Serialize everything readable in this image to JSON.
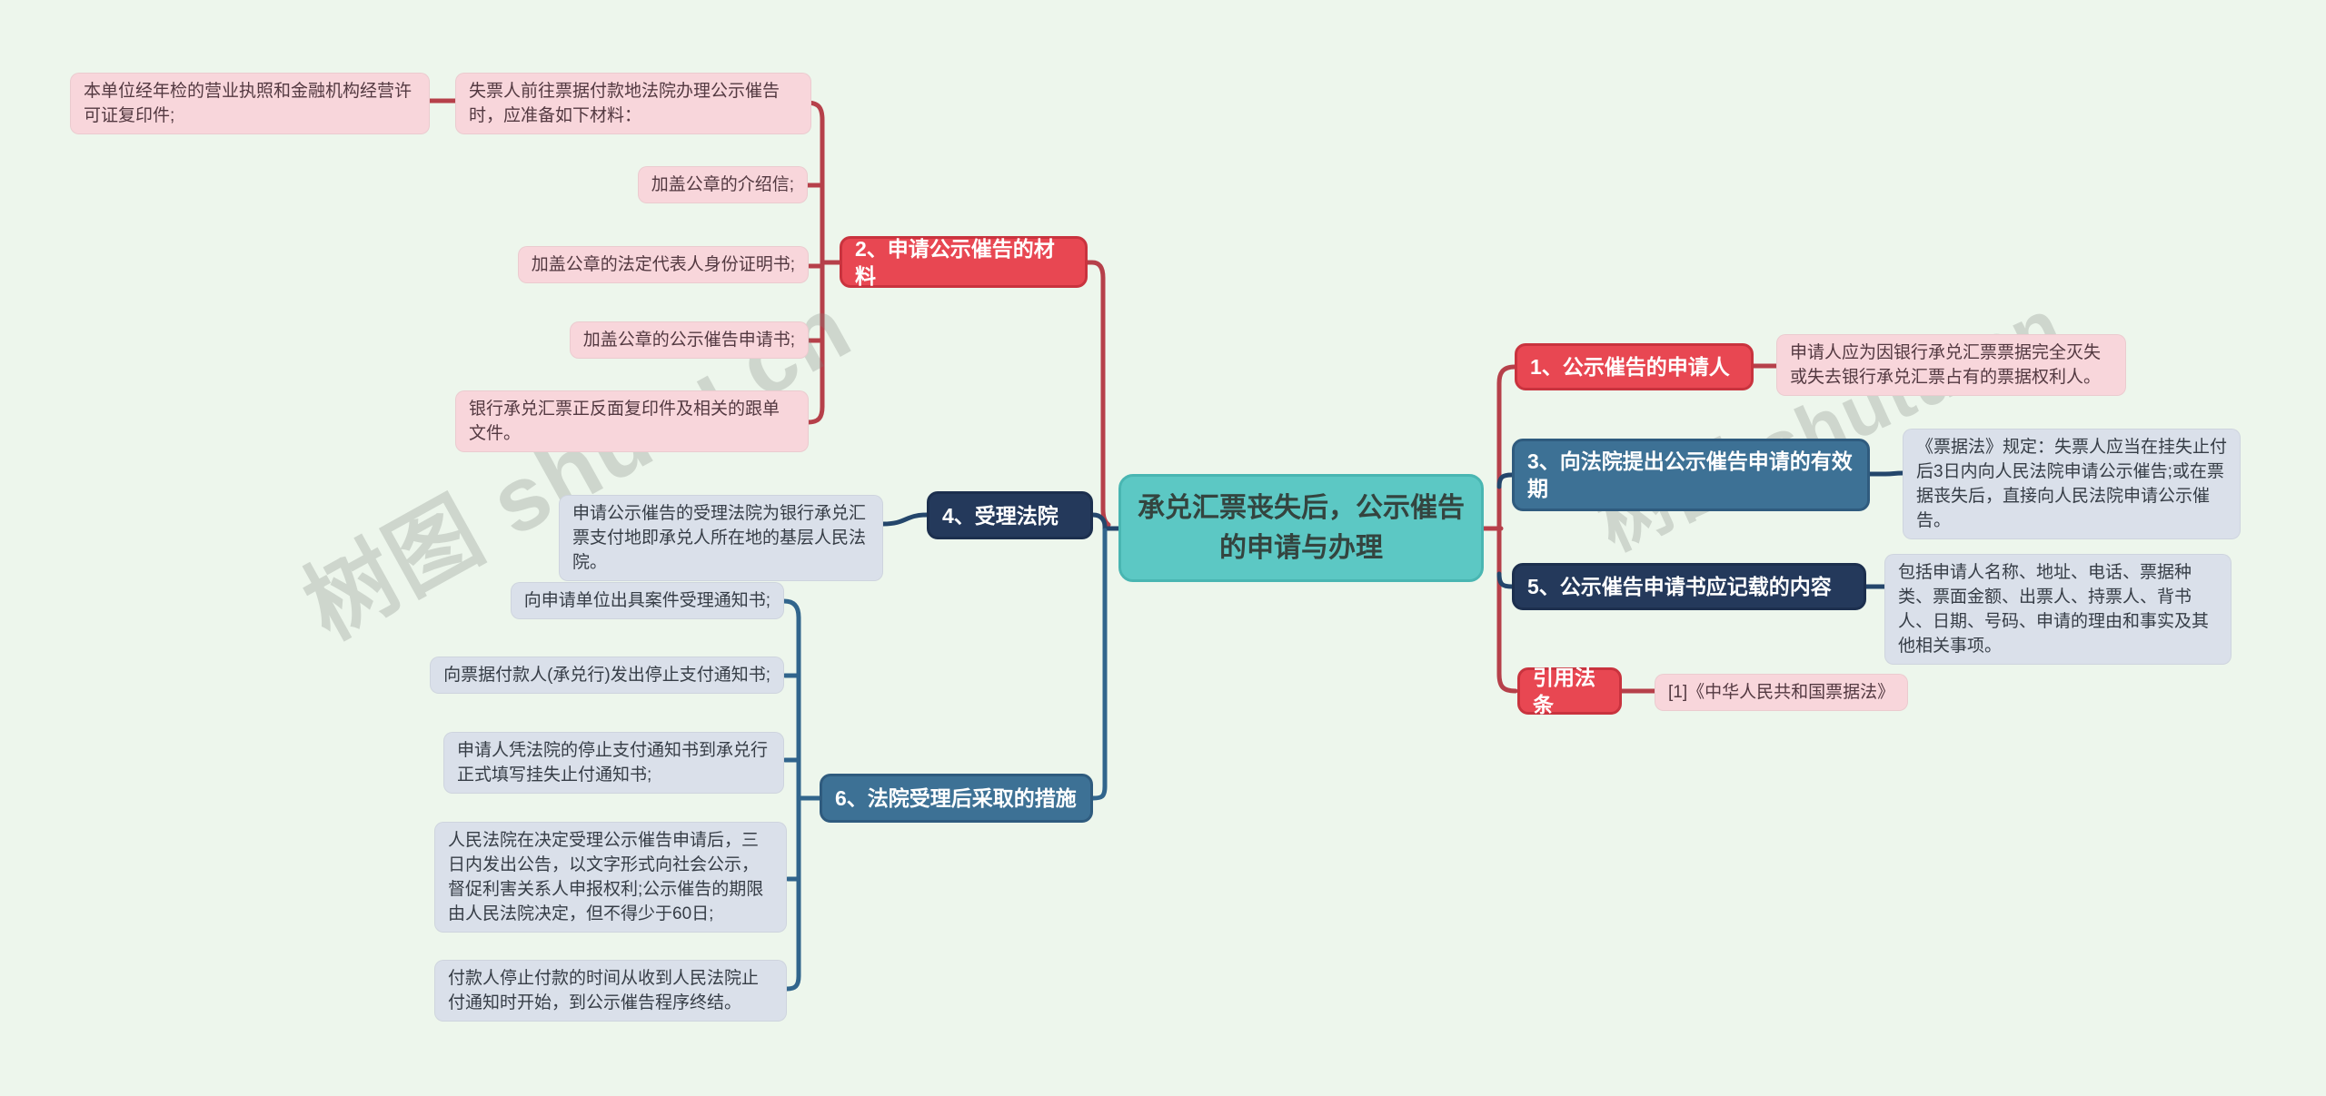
{
  "watermarks": {
    "left": "树图 shutu.cn",
    "right": "树图 shutu.cn"
  },
  "central": {
    "title": "承兑汇票丧失后，公示催告的申请与办理"
  },
  "palette": {
    "background": "#edf6ec",
    "red_node": "#e84752",
    "red_line": "#b6404a",
    "navy_node": "#24395b",
    "navy_line": "#24466b",
    "steel_node": "#3d7195",
    "steel_line": "#31658c",
    "teal_central": "#5cc8c4",
    "pink_leaf": "#f8d6db",
    "gray_leaf": "#dae0ea"
  },
  "branches": {
    "b1": {
      "label": "1、公示催告的申请人",
      "children": {
        "applicant": "申请人应为因银行承兑汇票票据完全灭失或失去银行承兑汇票占有的票据权利人。"
      }
    },
    "b2": {
      "label": "2、申请公示催告的材料",
      "children": {
        "intro": "失票人前往票据付款地法院办理公示催告时，应准备如下材料：",
        "license": "本单位经年检的营业执照和金融机构经营许可证复印件;",
        "letter": "加盖公章的介绍信;",
        "id_cert": "加盖公章的法定代表人身份证明书;",
        "application": "加盖公章的公示催告申请书;",
        "bill_copies": "银行承兑汇票正反面复印件及相关的跟单文件。"
      }
    },
    "b3": {
      "label": "3、向法院提出公示催告申请的有效期",
      "children": {
        "rule": "《票据法》规定：失票人应当在挂失止付后3日内向人民法院申请公示催告;或在票据丧失后，直接向人民法院申请公示催告。"
      }
    },
    "b4": {
      "label": "4、受理法院",
      "children": {
        "court": "申请公示催告的受理法院为银行承兑汇票支付地即承兑人所在地的基层人民法院。"
      }
    },
    "b5": {
      "label": "5、公示催告申请书应记载的内容",
      "children": {
        "content": "包括申请人名称、地址、电话、票据种类、票面金额、出票人、持票人、背书人、日期、号码、申请的理由和事实及其他相关事项。"
      }
    },
    "b6": {
      "label": "6、法院受理后采取的措施",
      "children": {
        "c1": "向申请单位出具案件受理通知书;",
        "c2": "向票据付款人(承兑行)发出停止支付通知书;",
        "c3": "申请人凭法院的停止支付通知书到承兑行正式填写挂失止付通知书;",
        "c4": "人民法院在决定受理公示催告申请后，三日内发出公告，以文字形式向社会公示，督促利害关系人申报权利;公示催告的期限由人民法院决定，但不得少于60日;",
        "c5": "付款人停止付款的时间从收到人民法院止付通知时开始，到公示催告程序终结。"
      }
    },
    "law": {
      "label": "引用法条",
      "children": {
        "ref": "[1]《中华人民共和国票据法》"
      }
    }
  }
}
